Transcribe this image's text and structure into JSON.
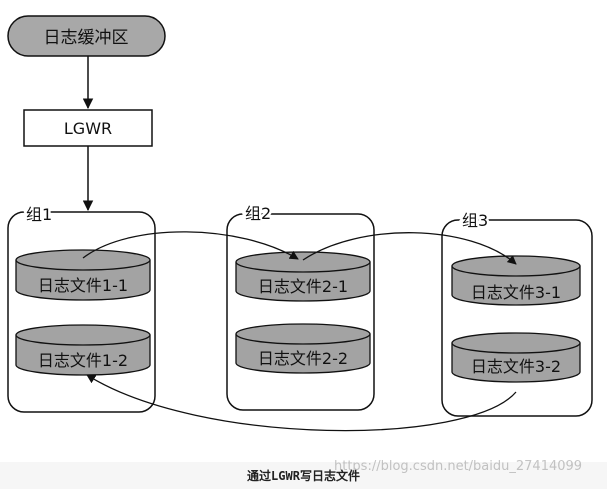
{
  "buffer": {
    "label": "日志缓冲区"
  },
  "lgwr": {
    "label": "LGWR"
  },
  "groups": [
    {
      "label": "组1",
      "members": [
        "日志文件1-1",
        "日志文件1-2"
      ]
    },
    {
      "label": "组2",
      "members": [
        "日志文件2-1",
        "日志文件2-2"
      ]
    },
    {
      "label": "组3",
      "members": [
        "日志文件3-1",
        "日志文件3-2"
      ]
    }
  ],
  "caption": "通过LGWR写日志文件",
  "watermark": "https://blog.csdn.net/baidu_27414099",
  "colors": {
    "disk_fill": "#a3a3a3",
    "buffer_fill": "#a8a8a8",
    "stroke": "#111111"
  }
}
